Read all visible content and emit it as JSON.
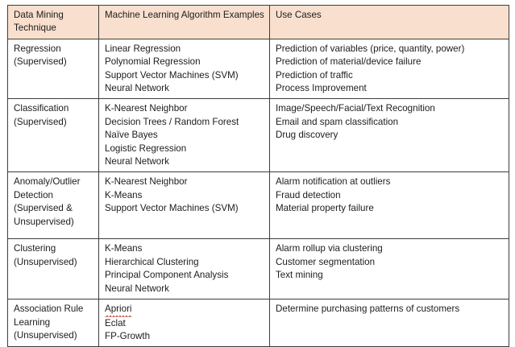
{
  "table": {
    "headers": [
      {
        "label": "Data Mining Technique"
      },
      {
        "label": "Machine Learning Algorithm Examples"
      },
      {
        "label": "Use Cases"
      }
    ],
    "header_background": "#f9dfce",
    "border_color": "#3d3d3d",
    "rows": [
      {
        "technique": [
          "Regression",
          "(Supervised)"
        ],
        "algorithms": [
          "Linear Regression",
          "Polynomial Regression",
          "Support Vector Machines (SVM)",
          "Neural Network"
        ],
        "use_cases": [
          "Prediction of variables (price, quantity, power)",
          "Prediction of material/device failure",
          "Prediction of traffic",
          "Process Improvement"
        ]
      },
      {
        "technique": [
          "Classification",
          "(Supervised)"
        ],
        "algorithms": [
          "K-Nearest Neighbor",
          "Decision Trees / Random Forest",
          "Naïve Bayes",
          "Logistic Regression",
          "Neural Network"
        ],
        "use_cases": [
          "Image/Speech/Facial/Text Recognition",
          "Email and spam classification",
          "Drug discovery"
        ]
      },
      {
        "technique": [
          "Anomaly/Outlier",
          "Detection",
          "(Supervised &",
          "Unsupervised)"
        ],
        "algorithms": [
          "K-Nearest Neighbor",
          "K-Means",
          "Support Vector Machines (SVM)"
        ],
        "use_cases": [
          "Alarm notification at outliers",
          "Fraud detection",
          "Material property failure"
        ]
      },
      {
        "technique": [
          "Clustering",
          "(Unsupervised)"
        ],
        "algorithms": [
          "K-Means",
          "Hierarchical Clustering",
          "Principal Component Analysis",
          "Neural Network"
        ],
        "use_cases": [
          "Alarm rollup via clustering",
          "Customer segmentation",
          "Text mining"
        ]
      },
      {
        "technique": [
          "Association Rule",
          "Learning",
          "(Unsupervised)"
        ],
        "algorithms": [
          "Apriori",
          "Eclat",
          "FP-Growth"
        ],
        "algorithms_misspelled": [
          "Apriori"
        ],
        "use_cases": [
          "Determine purchasing patterns of customers"
        ]
      }
    ]
  }
}
